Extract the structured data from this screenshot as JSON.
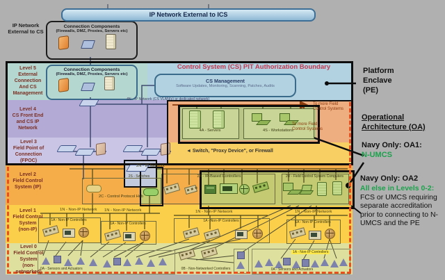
{
  "top": {
    "external_to_ics": "IP Network External to ICS",
    "external_to_cs": "IP Network\nExternal to CS",
    "connection_components": {
      "title": "Connection Components",
      "subtitle": "(Firewalls, DMZ, Proxies, Servers etc)"
    }
  },
  "boundary": {
    "title": "Control System (CS) PIT Authorization Boundary"
  },
  "cs_management": {
    "title": "CS Management",
    "subtitle": "Software Updates, Monitoring, Scanning, Patches, Audits"
  },
  "levels": {
    "l5": "Level 5\nExternal\nConnection\nAnd CS\nManagement",
    "l4": "Level 4\nCS Front End\nand CS IP\nNetwork",
    "l3": "Level 3\nField Point of\nConnection\n(FPOC)",
    "l2": "Level 2\nField Control\nSystem (IP)",
    "l1": "Level 1\nField Control\nSystem\n(non-IP)",
    "l0": "Level 0\nField Control\nSystem\n(non-\nnetworked)"
  },
  "networks": {
    "n4": "4N - IP Network (CS VLAN(s) or dedicated network)",
    "n2": "2N - IP Network",
    "n1": "1N - Non-IP Network"
  },
  "nodes": {
    "servers": "4A - Servers",
    "workstations": "4S - Workstations",
    "switches": "2S - Switches",
    "hub": "2C - Control Protocol Hub",
    "ip_controllers": "2A - IP-Based Controllers",
    "fcs_computers": "2D - Field Control System Computers",
    "non_ip_controllers": "1A - Non-IP Controllers",
    "sensors": "0A - Sensors and Actuators",
    "non_networked": "0B - Non-Networked Controllers"
  },
  "notes": {
    "switch_note": "◄ Switch, \"Proxy Device\", or Firewall",
    "to_more": "To more Field\nControl Systems"
  },
  "annotations": {
    "pe": "Platform\nEnclave\n(PE)",
    "oa": "Operational\nArchitecture (OA)",
    "oa1_label": "Navy Only: OA1:",
    "oa1_value": "N-UMCS",
    "oa2_label": "Navy Only: OA2",
    "oa2_green": "All else in Levels 0-2:",
    "oa2_text": " FCS or UMCS requiring separate accreditation prior to connecting to N-UMCS and the PE"
  },
  "colors": {
    "accent_green": "#1ca24c",
    "boundary_red": "#c13a52",
    "dashed_orange": "#e8511f"
  }
}
